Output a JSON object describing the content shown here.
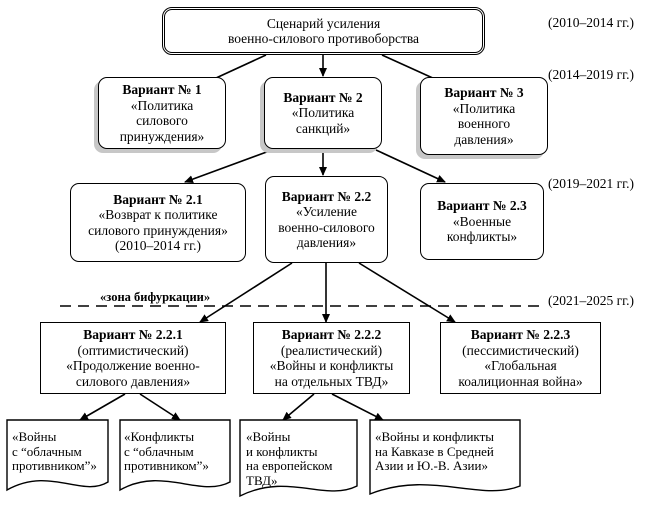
{
  "periods": {
    "p1": "(2010–2014 гг.)",
    "p2": "(2014–2019 гг.)",
    "p3": "(2019–2021 гг.)",
    "p4": "(2021–2025 гг.)"
  },
  "zone_label": "«зона бифуркации»",
  "root": {
    "line1": "Сценарий усиления",
    "line2": "военно-силового противоборства"
  },
  "v1": {
    "title": "Вариант № 1",
    "l1": "«Политика",
    "l2": "силового",
    "l3": "принуждения»"
  },
  "v2": {
    "title": "Вариант № 2",
    "l1": "«Политика",
    "l2": "санкций»"
  },
  "v3": {
    "title": "Вариант № 3",
    "l1": "«Политика",
    "l2": "военного",
    "l3": "давления»"
  },
  "v21": {
    "title": "Вариант № 2.1",
    "l1": "«Возврат к политике",
    "l2": "силового принуждения»",
    "l3": "(2010–2014 гг.)"
  },
  "v22": {
    "title": "Вариант № 2.2",
    "l1": "«Усиление",
    "l2": "военно-силового",
    "l3": "давления»"
  },
  "v23": {
    "title": "Вариант № 2.3",
    "l1": "«Военные",
    "l2": "конфликты»"
  },
  "v221": {
    "title": "Вариант № 2.2.1",
    "l1": "(оптимистический)",
    "l2": "«Продолжение военно-",
    "l3": "силового давления»"
  },
  "v222": {
    "title": "Вариант № 2.2.2",
    "l1": "(реалистический)",
    "l2": "«Войны и конфликты",
    "l3": "на отдельных ТВД»"
  },
  "v223": {
    "title": "Вариант № 2.2.3",
    "l1": "(пессимистический)",
    "l2": "«Глобальная",
    "l3": "коалиционная война»"
  },
  "d1": {
    "l1": "«Войны",
    "l2": "с “облачным",
    "l3": "противником”»"
  },
  "d2": {
    "l1": "«Конфликты",
    "l2": "с “облачным",
    "l3": "противником”»"
  },
  "d3": {
    "l1": "«Войны",
    "l2": "и конфликты",
    "l3": "на европейском",
    "l4": "ТВД»"
  },
  "d4": {
    "l1": "«Войны и конфликты",
    "l2": "на Кавказе в Средней",
    "l3": "Азии и Ю.-В. Азии»"
  }
}
